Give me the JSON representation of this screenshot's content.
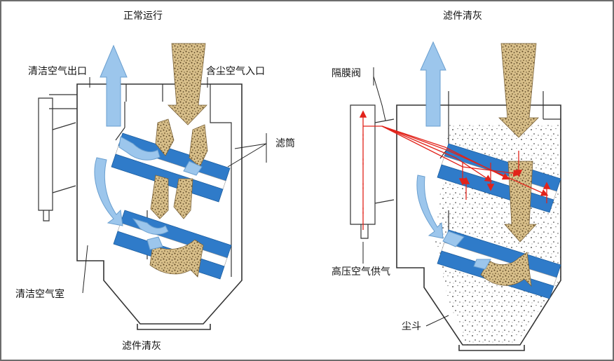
{
  "left_panel": {
    "title": "正常运行",
    "label_clean_outlet": "清洁空气出口",
    "label_dusty_inlet": "含尘空气入口",
    "label_filter": "滤筒",
    "label_clean_chamber": "清洁空气室",
    "bottom_caption": "滤件清灰"
  },
  "right_panel": {
    "title": "滤件清灰",
    "label_diaphragm_valve": "隔膜阀",
    "label_high_pressure": "高压空气供气",
    "label_hopper": "尘斗"
  },
  "colors": {
    "filter_blue": "#2f7bc9",
    "airflow_blue": "#9cc6ec",
    "dust_tan": "#c9ad79",
    "pulse_red": "#e2231a",
    "border": "#6d6d6d"
  }
}
